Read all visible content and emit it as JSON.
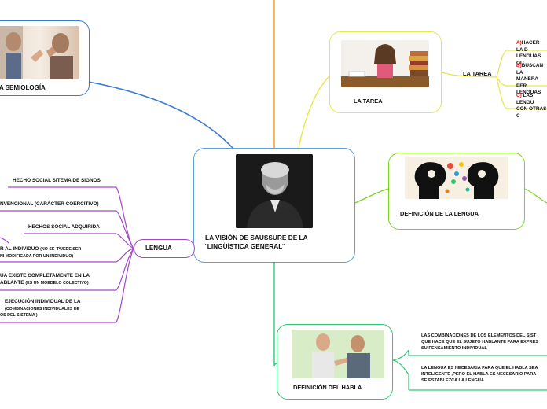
{
  "center": {
    "title_line1": "LA VISIÓN DE SAUSSURE DE LA",
    "title_line2": "¨LINGÜÍSTICA GENERAL¨"
  },
  "semiologia": {
    "label": "A SEMIOLOGÍA"
  },
  "tarea": {
    "title": "LA TAREA",
    "branch_label": "LA TAREA",
    "items": [
      {
        "prefix": "A)",
        "line1": "HACER LA D",
        "line2": "LENGUAS QU"
      },
      {
        "prefix": "B)",
        "line1": "BUSCAN LA",
        "line2": "MANERA PER",
        "line3": "LENGUAS"
      },
      {
        "prefix": "C)",
        "line1": "LAS LENGU",
        "line2": "CON OTRAS C"
      }
    ]
  },
  "definicion_lengua": {
    "title": "DEFINICIÓN DE LA LENGUA"
  },
  "definicion_habla": {
    "title": "DEFINICIÓN DEL HABLA",
    "items": [
      {
        "line1": "LAS COMBINACIONES DE LOS ELEMENTOS DEL SIST",
        "line2": "QUE HACE QUE EL SUJETO HABLANTE PARA EXPRES",
        "line3": "SU PENSAMIENTO INDIVIDUAL"
      },
      {
        "line1": "LA LENGUA ES NECESARIA PARA QUE EL HABLA SEA",
        "line2": "INTELIGENTE ,PERO EL HABLA ES NECESARIO PARA",
        "line3": "SE ESTABLEZCA LA LENGUA"
      }
    ]
  },
  "lengua": {
    "label": "LENGUA",
    "items": [
      {
        "line1": "HECHO SOCIAL SITEMA DE SIGNOS"
      },
      {
        "line1": "NVENCIONAL (CARÁCTER COERCITIVO)"
      },
      {
        "line1": "HECHOS SOCIAL ADQUIRIDA"
      },
      {
        "line1": "R AL INDIVIDUO",
        "line1_small": "(NO SE ¨PUEDE SER",
        "line2": "NI MODIFICADA POR UN INDIVIDUO)"
      },
      {
        "line1": "UA EXISTE COMPLETAMENTE EN LA",
        "line2": "ABLANTE",
        "line2_small": "(ES UN MOEDELO COLECTIVO)"
      },
      {
        "line1": "EJECUCIÓN INDIVIDUAL DE LA",
        "line2": "(COMBINACIONES INDIVIDUALES DE",
        "line3": "OS DEL SISTEMA )"
      }
    ]
  },
  "colors": {
    "blue": "#3a7bd5",
    "orange": "#f39c12",
    "yellow": "#e6e64a",
    "light_green": "#7ed321",
    "green": "#2ecc71",
    "purple": "#a347c9"
  }
}
